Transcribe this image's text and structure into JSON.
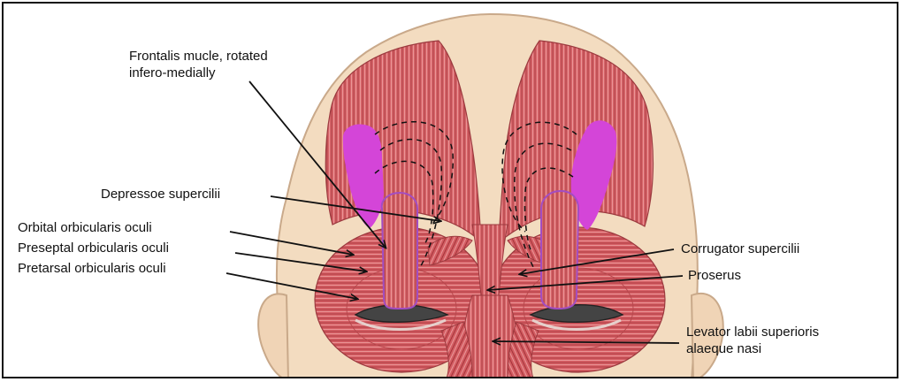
{
  "diagram": {
    "labels": {
      "frontalis": "Frontalis mucle, rotated\ninfero-medially",
      "depressor": "Depressoe supercilii",
      "orbital": "Orbital orbicularis oculi",
      "preseptal": "Preseptal orbicularis oculi",
      "pretarsal": "Pretarsal orbicularis oculi",
      "corrugator": "Corrugator supercilii",
      "procerus": "Proserus",
      "levator": "Levator labii superioris\nalaeque nasi"
    },
    "colors": {
      "skin": "#f3dcc0",
      "muscle": "#d2585e",
      "muscle_light": "#e79a98",
      "highlight": "#d445d8",
      "outline": "#a24dc2",
      "line": "#111111"
    }
  }
}
